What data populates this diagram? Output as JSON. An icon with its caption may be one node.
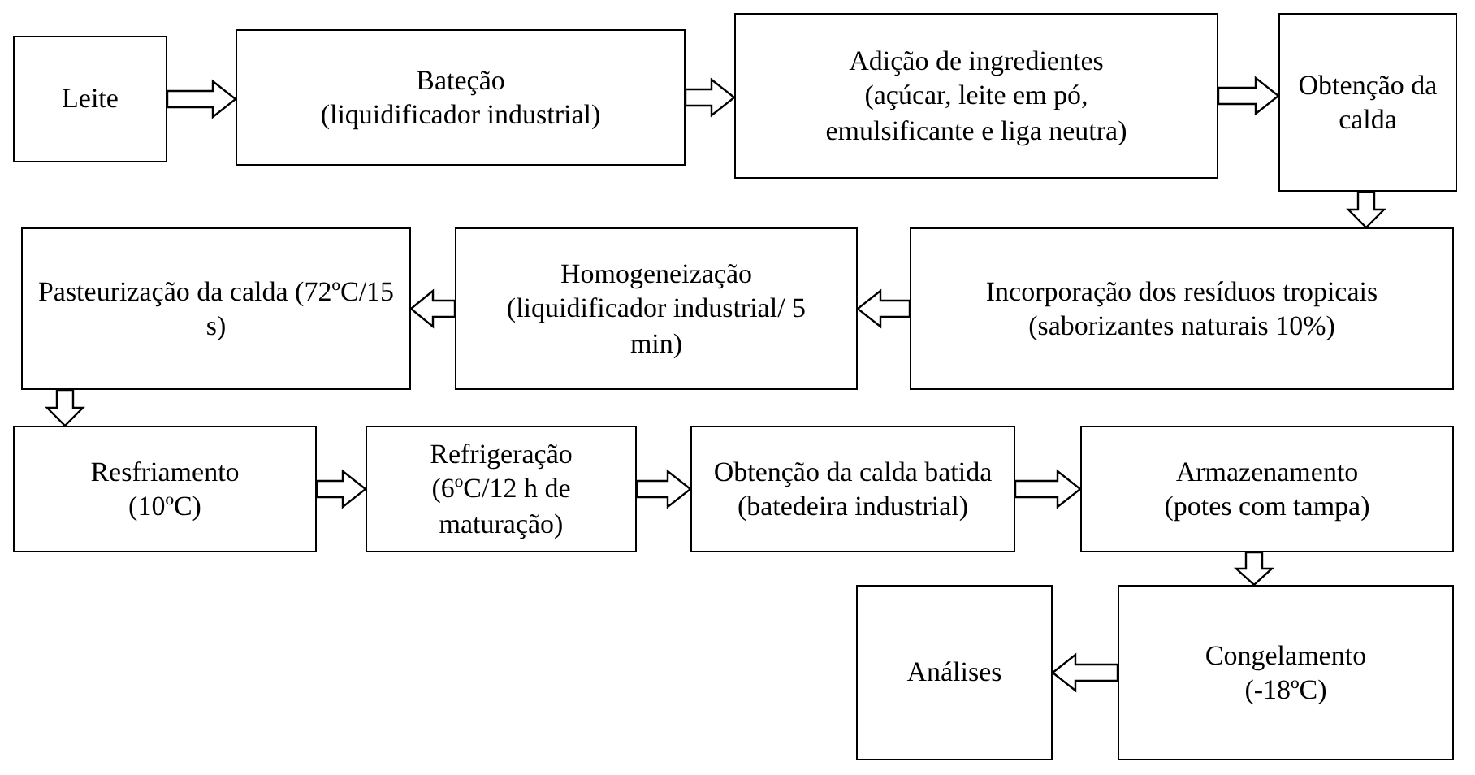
{
  "diagram": {
    "nodes": [
      {
        "text": [
          "Leite"
        ]
      },
      {
        "text": [
          "Bateção",
          "(liquidificador industrial)"
        ]
      },
      {
        "text": [
          "Adição de ingredientes",
          "(açúcar, leite em pó, emulsificante e liga neutra)"
        ]
      },
      {
        "text": [
          "Obtenção da calda"
        ]
      },
      {
        "text": [
          "Pasteurização da calda (72ºC/15 s)"
        ]
      },
      {
        "text": [
          "Homogeneização",
          "(liquidificador industrial/ 5 min)"
        ]
      },
      {
        "text": [
          "Incorporação dos resíduos tropicais",
          "(saborizantes naturais 10%)"
        ]
      },
      {
        "text": [
          "Resfriamento",
          "(10ºC)"
        ]
      },
      {
        "text": [
          "Refrigeração",
          "(6ºC/12 h de maturação)"
        ]
      },
      {
        "text": [
          "Obtenção da calda batida",
          "(batedeira industrial)"
        ]
      },
      {
        "text": [
          "Armazenamento",
          "(potes com tampa)"
        ]
      },
      {
        "text": [
          "Análises"
        ]
      },
      {
        "text": [
          "Congelamento",
          "(-18ºC)"
        ]
      }
    ],
    "edges": [
      {
        "from": 0,
        "to": 1,
        "arrow": "to"
      },
      {
        "from": 1,
        "to": 2,
        "arrow": "to"
      },
      {
        "from": 2,
        "to": 3,
        "arrow": "to"
      },
      {
        "from": 3,
        "to": 6,
        "arrow": "to"
      },
      {
        "from": 6,
        "to": 5,
        "arrow": "to"
      },
      {
        "from": 5,
        "to": 4,
        "arrow": "to"
      },
      {
        "from": 4,
        "to": 7,
        "arrow": "to"
      },
      {
        "from": 7,
        "to": 8,
        "arrow": "to"
      },
      {
        "from": 8,
        "to": 9,
        "arrow": "to"
      },
      {
        "from": 9,
        "to": 10,
        "arrow": "to"
      },
      {
        "from": 10,
        "to": 12,
        "arrow": "to"
      },
      {
        "from": 12,
        "to": 11,
        "arrow": "to"
      }
    ]
  }
}
